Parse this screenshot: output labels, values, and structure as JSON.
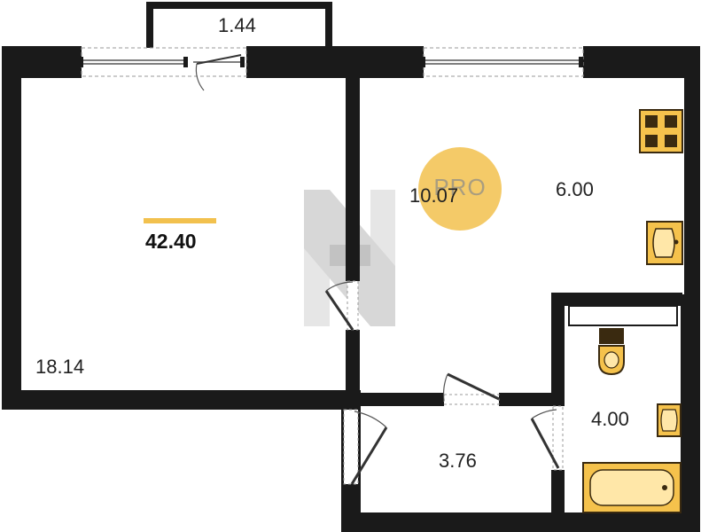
{
  "colors": {
    "wall": "#1a1a1a",
    "accent": "#f2c14e",
    "fixture_fill": "#f5c24c",
    "fixture_stroke": "#3a2a10",
    "window": "#b5b5b5",
    "watermark": "#b0b0b0"
  },
  "rooms": {
    "balcony": "1.44",
    "living_room": "18.14",
    "kitchen": "10.07",
    "kitchen_zone": "6.00",
    "hallway": "3.76",
    "bathroom": "4.00"
  },
  "total_area": "42.40",
  "badge": {
    "text": "PRO"
  },
  "icons": {
    "stove": "stove-icon",
    "kitchen_sink": "kitchen-sink-icon",
    "toilet": "toilet-icon",
    "bath_sink": "bath-sink-icon",
    "bathtub": "bathtub-icon",
    "watermark": "watermark-logo"
  }
}
